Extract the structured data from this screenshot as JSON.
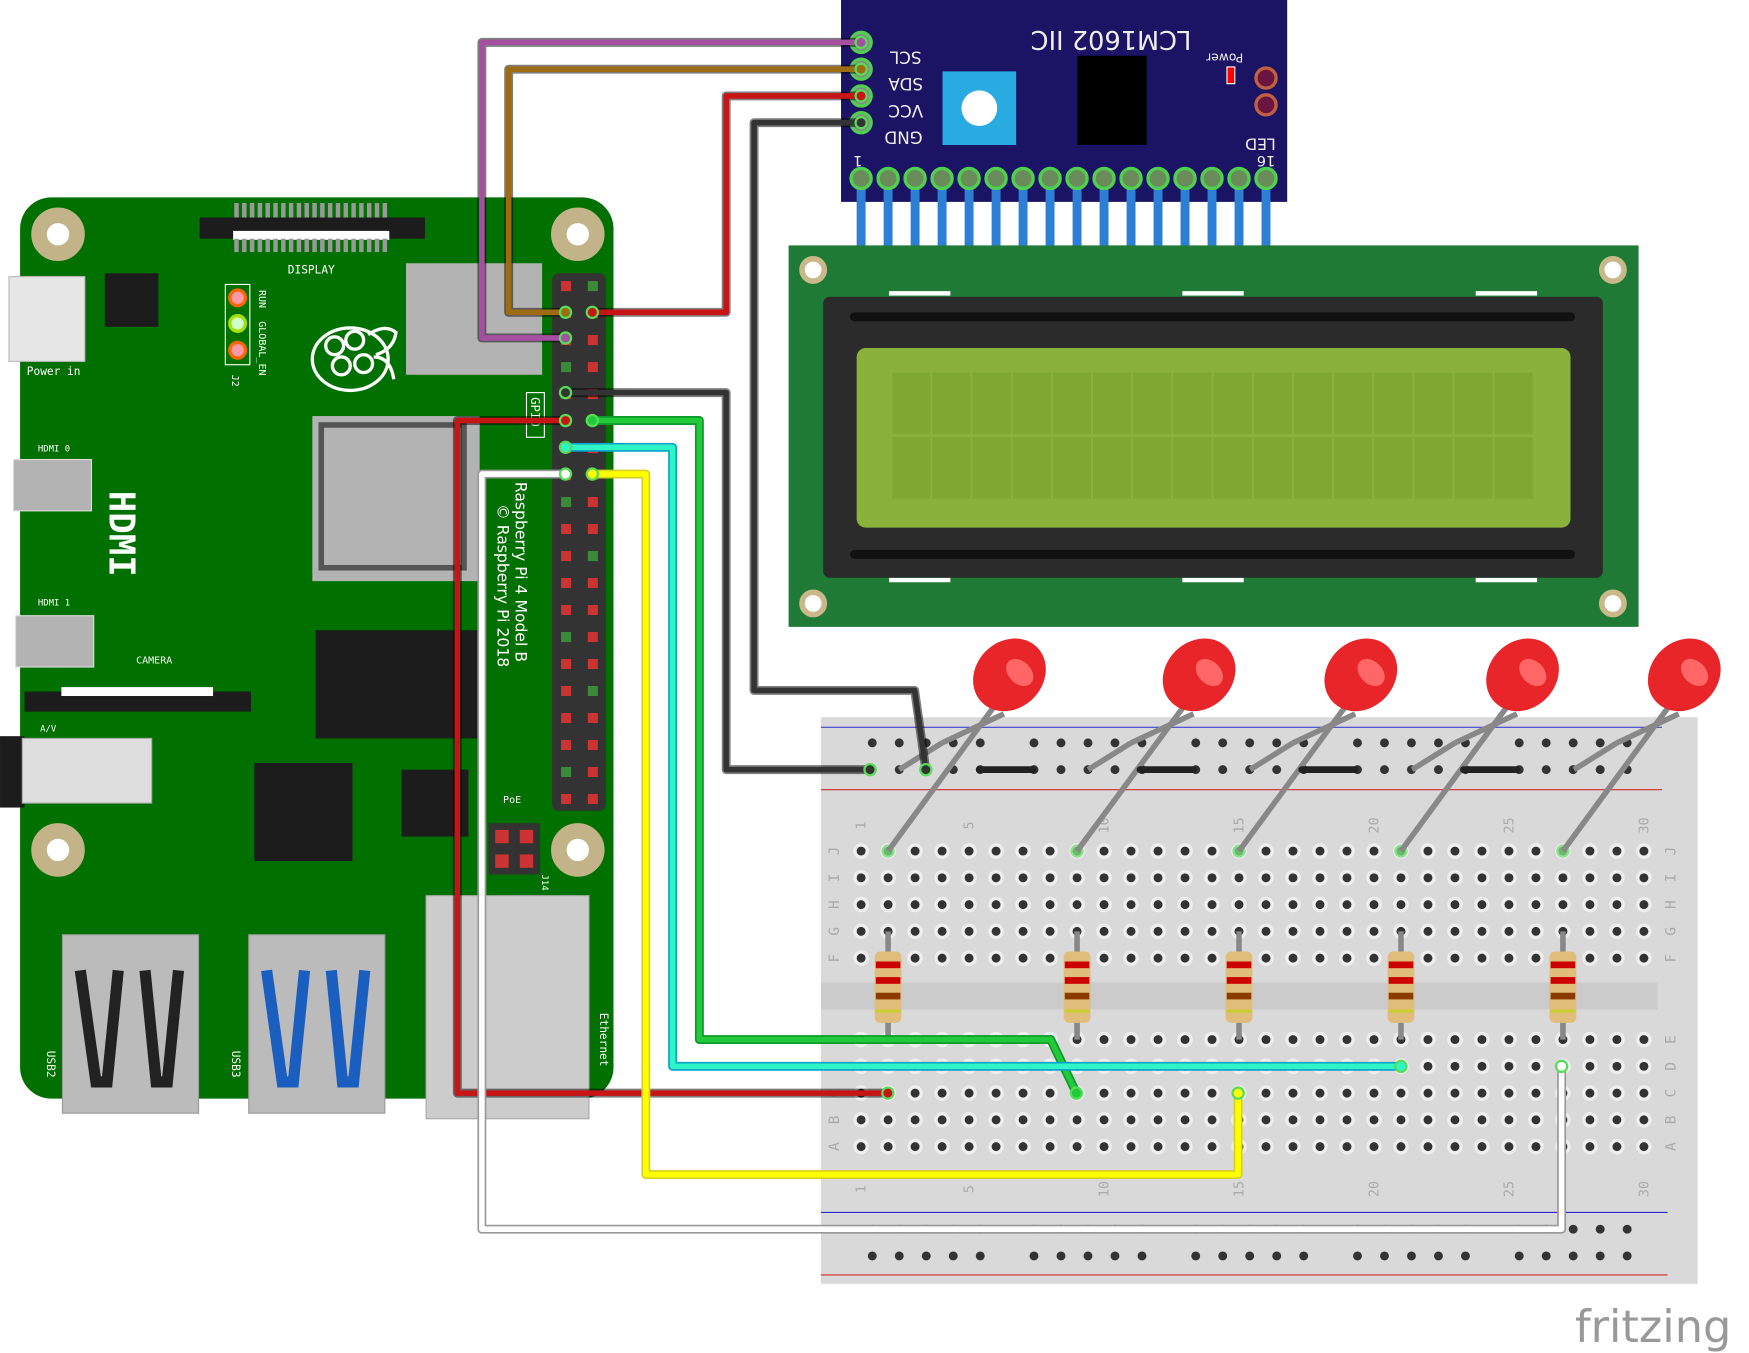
{
  "i2c_module": {
    "title": "LCM1602 IIC",
    "pins": [
      "SCL",
      "SDA",
      "VCC",
      "GND"
    ],
    "power_label": "Power",
    "led_label": "LED",
    "pin_first": "1",
    "pin_last": "16",
    "color": "#1b1464"
  },
  "raspberry_pi": {
    "display": "DISPLAY",
    "run": "RUN",
    "global_en": "GLOBAL_EN",
    "j2": "J2",
    "power_in": "Power in",
    "hdmi0": "HDMI 0",
    "hdmi1": "HDMI 1",
    "hdmi": "HDMI",
    "camera": "CAMERA",
    "av": "A/V",
    "gpio": "GPIO",
    "model": "Raspberry Pi 4 Model B",
    "copyright": "© Raspberry Pi 2018",
    "poe": "PoE",
    "j14": "J14",
    "usb2": "USB2",
    "usb3": "USB3",
    "ethernet": "Ethernet",
    "color": "#007000"
  },
  "breadboard": {
    "column_labels": [
      "1",
      "5",
      "10",
      "15",
      "20",
      "25",
      "30"
    ],
    "rows_top": [
      "J",
      "I",
      "H",
      "G",
      "F"
    ],
    "rows_bottom": [
      "E",
      "D",
      "C",
      "B",
      "A"
    ]
  },
  "wires": [
    {
      "name": "scl",
      "color": "#a44fa0"
    },
    {
      "name": "sda",
      "color": "#9c6b12"
    },
    {
      "name": "vcc",
      "color": "#c81414"
    },
    {
      "name": "gnd",
      "color": "#333333"
    },
    {
      "name": "gnd-rail",
      "color": "#333333"
    },
    {
      "name": "led-power",
      "color": "#c81414"
    },
    {
      "name": "led-green",
      "color": "#22c93a"
    },
    {
      "name": "led-cyan",
      "color": "#2ef5c8"
    },
    {
      "name": "led-white",
      "color": "#ffffff"
    },
    {
      "name": "led-yellow",
      "color": "#ffff00"
    }
  ],
  "leds": {
    "count": 5,
    "color": "#e8262a"
  },
  "watermark": "fritzing"
}
